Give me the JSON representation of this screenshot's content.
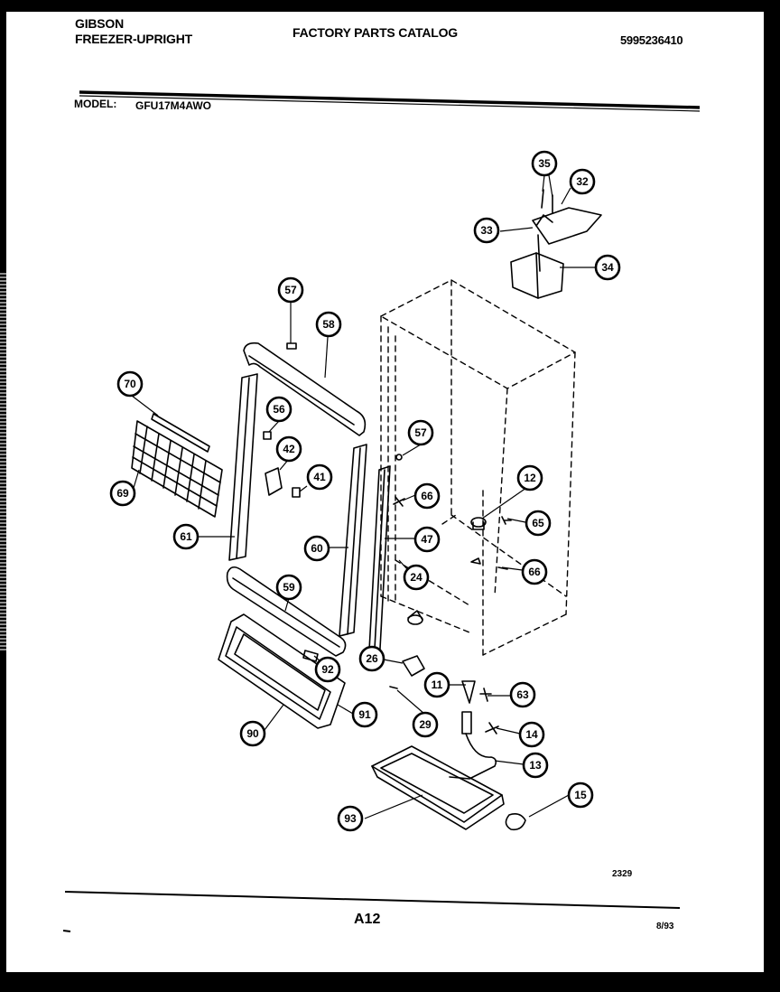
{
  "header": {
    "brand": "GIBSON",
    "product": "FREEZER-UPRIGHT",
    "catalog_title": "FACTORY PARTS CATALOG",
    "catalog_number": "5995236410"
  },
  "model": {
    "label": "MODEL:",
    "value": "GFU17M4AWO"
  },
  "footer": {
    "drawing_code": "2329",
    "page": "A12",
    "date": "8/93"
  },
  "callouts": [
    {
      "id": "c35",
      "label": "35"
    },
    {
      "id": "c32",
      "label": "32"
    },
    {
      "id": "c33",
      "label": "33"
    },
    {
      "id": "c34",
      "label": "34"
    },
    {
      "id": "c57a",
      "label": "57"
    },
    {
      "id": "c58",
      "label": "58"
    },
    {
      "id": "c70",
      "label": "70"
    },
    {
      "id": "c56",
      "label": "56"
    },
    {
      "id": "c42",
      "label": "42"
    },
    {
      "id": "c41",
      "label": "41"
    },
    {
      "id": "c57b",
      "label": "57"
    },
    {
      "id": "c69",
      "label": "69"
    },
    {
      "id": "c12",
      "label": "12"
    },
    {
      "id": "c66a",
      "label": "66"
    },
    {
      "id": "c61",
      "label": "61"
    },
    {
      "id": "c60",
      "label": "60"
    },
    {
      "id": "c47",
      "label": "47"
    },
    {
      "id": "c65",
      "label": "65"
    },
    {
      "id": "c24",
      "label": "24"
    },
    {
      "id": "c66b",
      "label": "66"
    },
    {
      "id": "c59",
      "label": "59"
    },
    {
      "id": "c26",
      "label": "26"
    },
    {
      "id": "c92",
      "label": "92"
    },
    {
      "id": "c11",
      "label": "11"
    },
    {
      "id": "c63",
      "label": "63"
    },
    {
      "id": "c91",
      "label": "91"
    },
    {
      "id": "c29",
      "label": "29"
    },
    {
      "id": "c90",
      "label": "90"
    },
    {
      "id": "c14",
      "label": "14"
    },
    {
      "id": "c13",
      "label": "13"
    },
    {
      "id": "c15",
      "label": "15"
    },
    {
      "id": "c93",
      "label": "93"
    }
  ]
}
